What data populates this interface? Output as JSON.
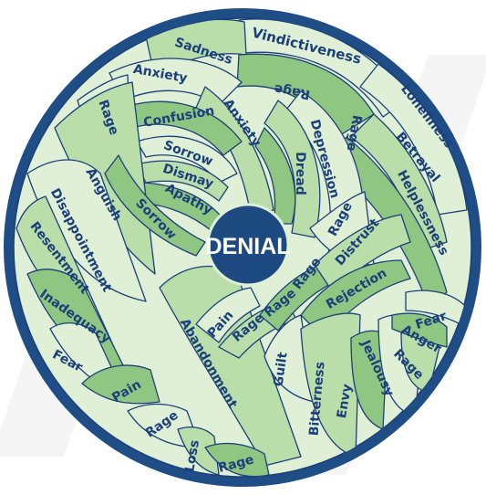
{
  "colors": {
    "ring": "#1f4e86",
    "hub": "#1d4a80",
    "petal_outline": "#1b3f7a",
    "petal_light": "#dff0d6",
    "petal_mid": "#b9dea9",
    "petal_dark": "#8fc782",
    "text": "#1b3f7a",
    "hub_text": "#ffffff",
    "watermark": "#eeeeee"
  },
  "center": {
    "label": "DENIAL"
  },
  "emotions": [
    "Vindictiveness",
    "Sadness",
    "Rage",
    "Anxiety",
    "Anxiety",
    "Rage",
    "Confusion",
    "Depression",
    "Rage",
    "Loneliness",
    "Sorrow",
    "Dread",
    "Betrayal",
    "Dismay",
    "Anguish",
    "Apathy",
    "Helplessness",
    "Disappointment",
    "Sorrow",
    "Rage",
    "Distrust",
    "Resentment",
    "Rage",
    "Rage",
    "Rejection",
    "Pain",
    "Inadequacy",
    "Abandonment",
    "Rage",
    "Fear",
    "Fear",
    "Anger",
    "Guilt",
    "Jealousy",
    "Rage",
    "Bitterness",
    "Envy",
    "Pain",
    "Rage",
    "Loss",
    "Rage"
  ]
}
